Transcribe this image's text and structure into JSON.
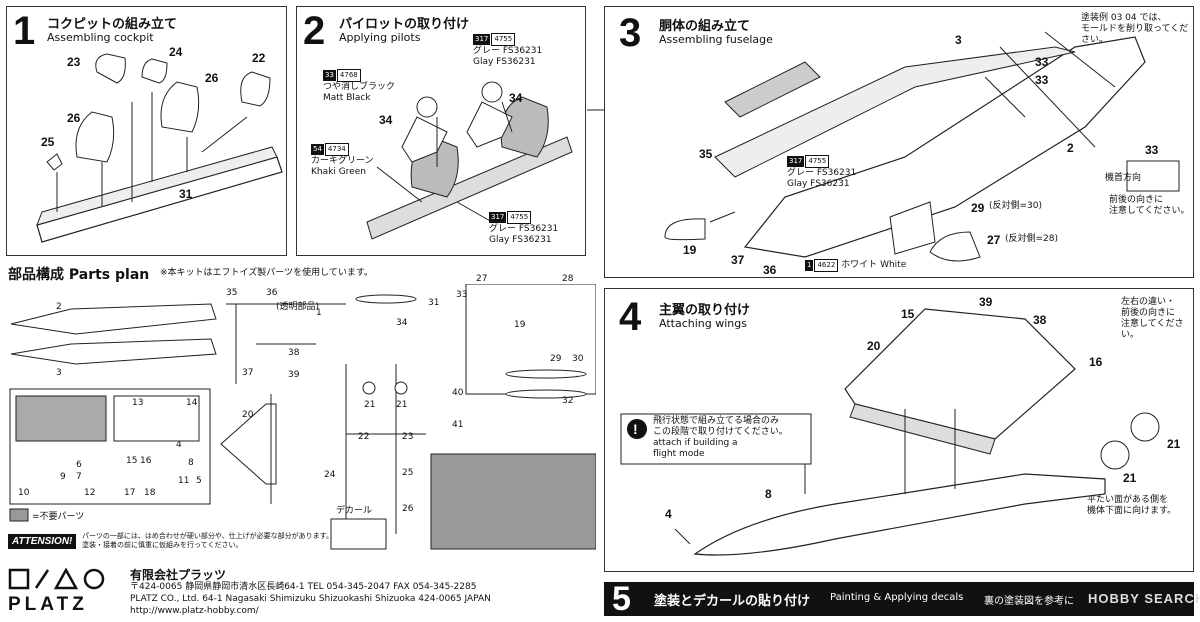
{
  "step1": {
    "num": "1",
    "jp": "コクピットの組み立て",
    "en": "Assembling cockpit",
    "parts": [
      "23",
      "24",
      "22",
      "26",
      "26",
      "25",
      "31"
    ]
  },
  "step2": {
    "num": "2",
    "jp": "パイロットの取り付け",
    "en": "Applying pilots",
    "paint_grey_top": {
      "code_a": "317",
      "code_b": "4755",
      "jp": "グレー FS36231",
      "en": "Glay FS36231"
    },
    "paint_black": {
      "code_a": "33",
      "code_b": "4768",
      "jp": "つや消しブラック",
      "en": "Matt Black"
    },
    "paint_khaki": {
      "code_a": "54",
      "code_b": "4734",
      "jp": "カーキグリーン",
      "en": "Khaki Green"
    },
    "paint_grey_bottom": {
      "code_a": "317",
      "code_b": "4755",
      "jp": "グレー FS36231",
      "en": "Glay FS36231"
    },
    "parts": [
      "34",
      "34"
    ]
  },
  "step3": {
    "num": "3",
    "jp": "胴体の組み立て",
    "en": "Assembling fuselage",
    "note_top": "塗装例 03 04 では、\nモールドを削り取ってください。",
    "note_dir_label": "機首方向",
    "note_dir_text": "前後の向きに\n注意してください。",
    "paint_grey": {
      "code_a": "317",
      "code_b": "4755",
      "jp": "グレー FS36231",
      "en": "Glay FS36231"
    },
    "paint_white": {
      "code_a": "1",
      "code_b": "4622",
      "jp": "ホワイト",
      "en": "White"
    },
    "parts": [
      "3",
      "33",
      "33",
      "33",
      "2",
      "35",
      "19",
      "37",
      "36",
      "29",
      "(反対側=30)",
      "27",
      "(反対側=28)"
    ]
  },
  "step4": {
    "num": "4",
    "jp": "主翼の取り付け",
    "en": "Attaching wings",
    "note_right": "左右の違い・\n前後の向きに\n注意してください。",
    "note_bottom": "平たい面がある側を\n機体下面に向けます。",
    "flight_note": "飛行状態で組み立てる場合のみ\nこの段階で取り付けてください。\nattach if building a\nflight mode",
    "parts": [
      "15",
      "39",
      "38",
      "20",
      "16",
      "21",
      "21",
      "8",
      "4"
    ]
  },
  "step5": {
    "num": "5",
    "jp": "塗装とデカールの貼り付け",
    "en": "Painting & Applying decals",
    "tail": "裏の塗装図を参考に"
  },
  "parts_plan": {
    "jp": "部品構成 Parts plan",
    "note": "※本キットはエフトイズ製パーツを使用しています。",
    "unused": "=不要パーツ",
    "decal": "デカール",
    "clear_label": "(透明部品)",
    "numbers": [
      "2",
      "3",
      "35",
      "36",
      "1",
      "31",
      "33",
      "27",
      "28",
      "34",
      "19",
      "38",
      "39",
      "37",
      "29",
      "30",
      "21",
      "21",
      "40",
      "41",
      "32",
      "13",
      "14",
      "20",
      "4",
      "8",
      "15",
      "16",
      "17",
      "18",
      "11",
      "5",
      "10",
      "12",
      "6",
      "7",
      "9",
      "22",
      "23",
      "24",
      "25",
      "26"
    ]
  },
  "attention": {
    "label": "ATTENSION!",
    "text": "パーツの一部には、はめ合わせが硬い部分や、仕上げが必要な部分があります。\n塗装・接着の前に慎重に仮組みを行ってください。"
  },
  "company": {
    "logo": "PLATZ",
    "name": "有限会社プラッツ",
    "address_jp": "〒424-0065 静岡県静岡市清水区長崎64-1 TEL 054-345-2047 FAX 054-345-2285",
    "address_en": "PLATZ CO., Ltd. 64-1 Nagasaki Shimizuku Shizuokashi Shizuoka 424-0065 JAPAN",
    "url": "http://www.platz-hobby.com/"
  },
  "watermark": "HOBBY SEARCH"
}
